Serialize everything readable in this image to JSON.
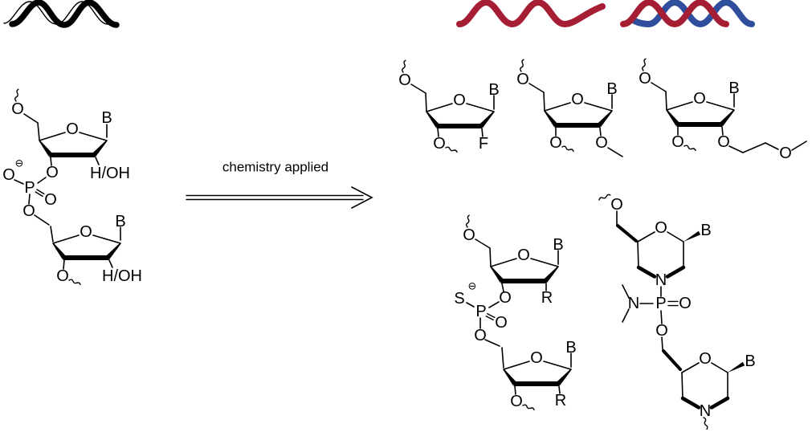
{
  "reaction": {
    "label": "chemistry applied"
  },
  "atoms": {
    "oxygen": "O",
    "base": "B",
    "phosphorus": "P",
    "sulfur": "S",
    "nitrogen": "N",
    "fluorine": "F",
    "r_group": "R",
    "h_or_oh": "H/OH",
    "negative_charge": "⊖"
  },
  "colors": {
    "bond": "#000000",
    "strand_black": "#000000",
    "strand_red": "#a51e33",
    "strand_blue": "#2e4d9b"
  }
}
